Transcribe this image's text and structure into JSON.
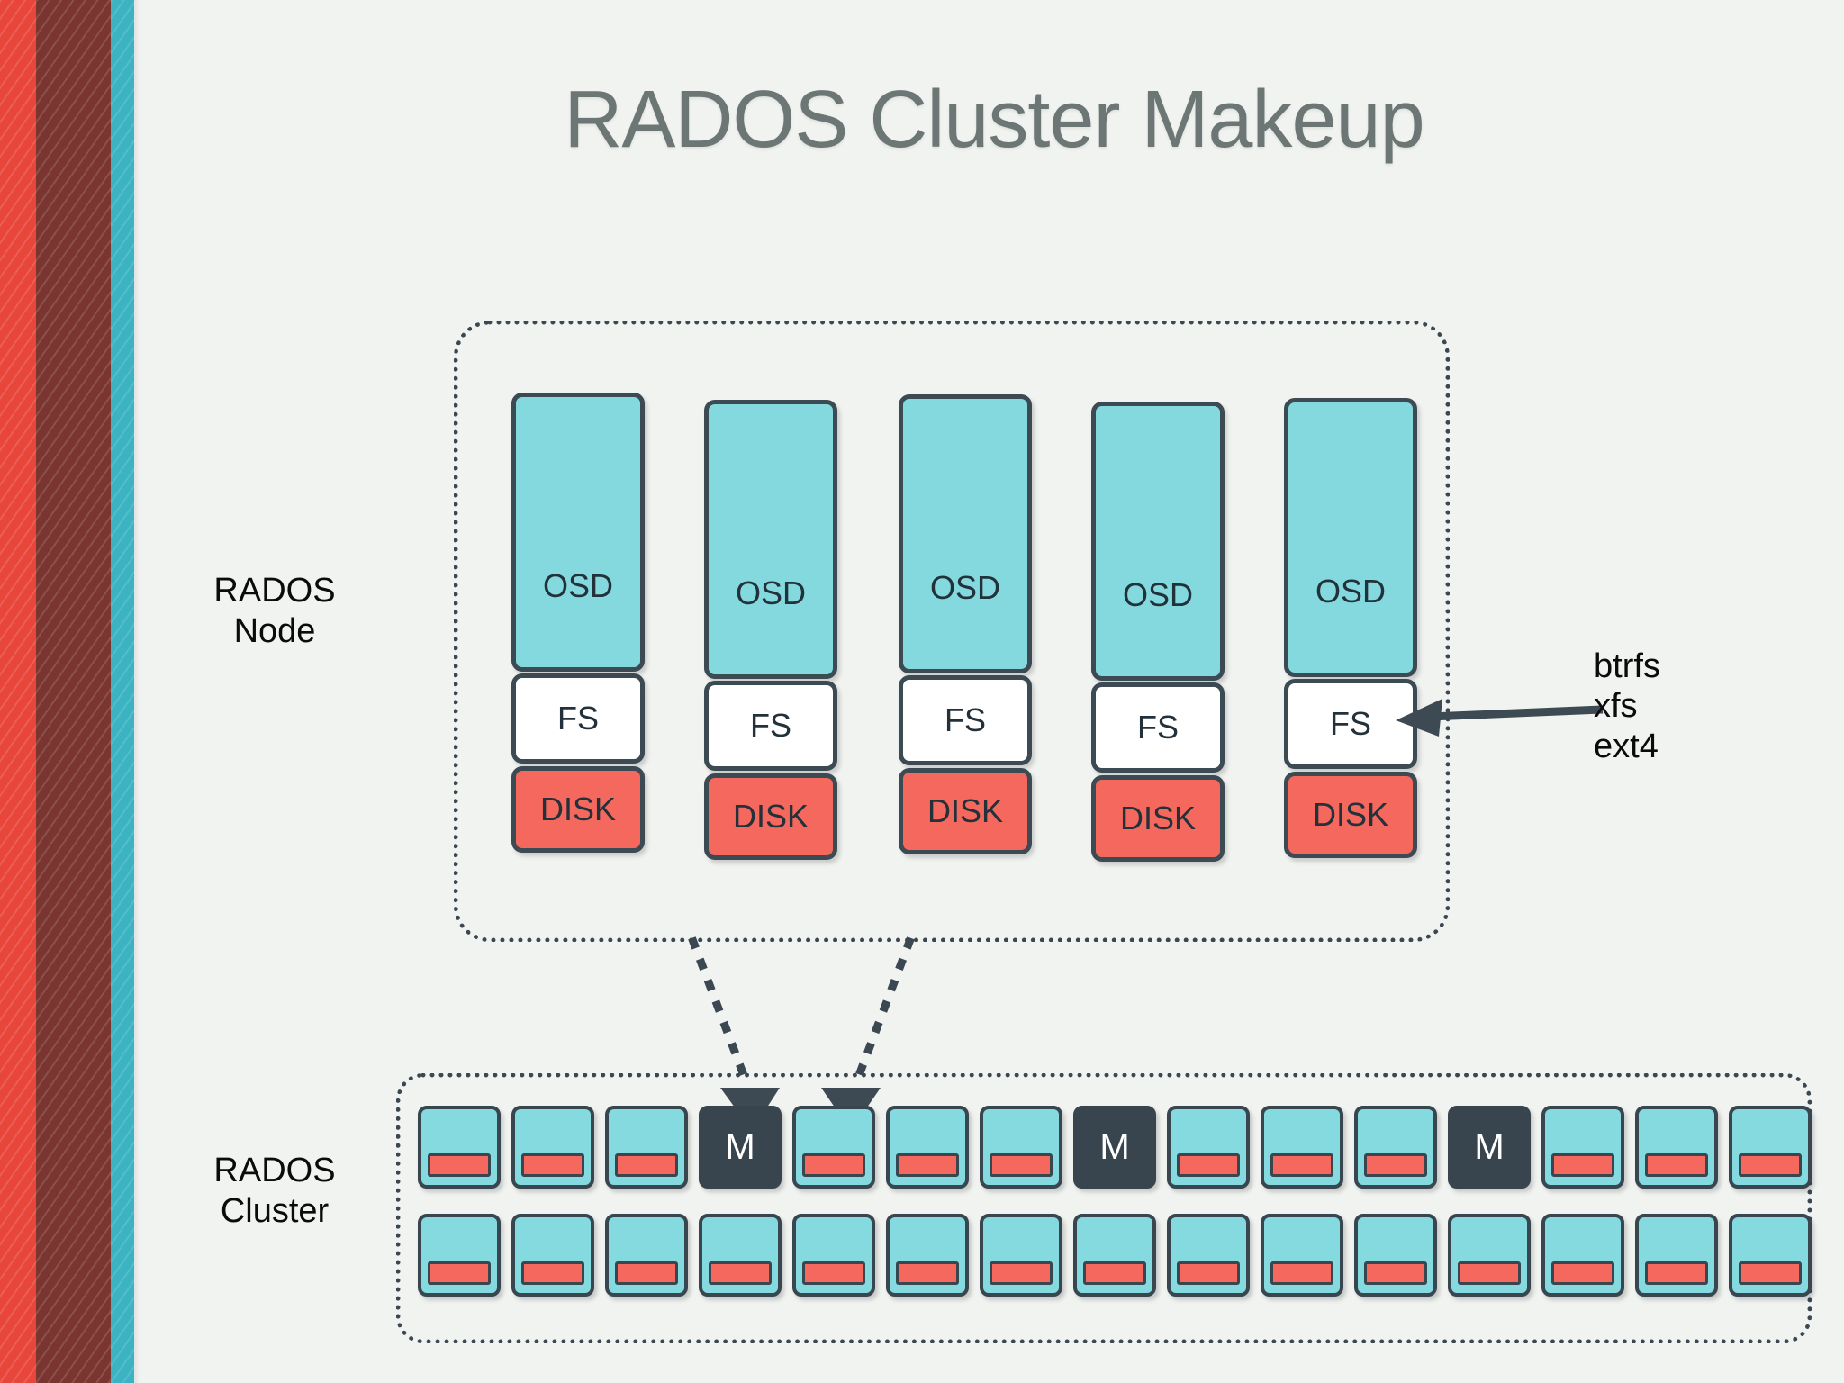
{
  "slide": {
    "title": "RADOS Cluster Makeup",
    "background_color": "#f1f3f1",
    "title_color": "#6c7674"
  },
  "decor": {
    "stripes": [
      {
        "name": "red-stripe",
        "color": "#e8463b"
      },
      {
        "name": "maroon-stripe",
        "color": "#7b3530"
      },
      {
        "name": "teal-stripe",
        "color": "#3cb3c2"
      }
    ]
  },
  "labels": {
    "node": "RADOS\nNode",
    "node_line1": "RADOS",
    "node_line2": "Node",
    "cluster_line1": "RADOS",
    "cluster_line2": "Cluster"
  },
  "node_group": {
    "stacks": [
      {
        "osd": "OSD",
        "fs": "FS",
        "disk": "DISK"
      },
      {
        "osd": "OSD",
        "fs": "FS",
        "disk": "DISK"
      },
      {
        "osd": "OSD",
        "fs": "FS",
        "disk": "DISK"
      },
      {
        "osd": "OSD",
        "fs": "FS",
        "disk": "DISK"
      },
      {
        "osd": "OSD",
        "fs": "FS",
        "disk": "DISK"
      }
    ],
    "colors": {
      "osd_fill": "#83d9de",
      "fs_fill": "#ffffff",
      "disk_fill": "#f4685d",
      "border": "#3c4a53"
    }
  },
  "fs_annotation": {
    "lines": [
      "btrfs",
      "xfs",
      "ext4"
    ],
    "line1": "btrfs",
    "line2": "xfs",
    "line3": "ext4",
    "arrow_color": "#3e4a53"
  },
  "cluster_group": {
    "row1": [
      {
        "type": "osd"
      },
      {
        "type": "osd"
      },
      {
        "type": "osd"
      },
      {
        "type": "mon",
        "label": "M"
      },
      {
        "type": "osd"
      },
      {
        "type": "osd"
      },
      {
        "type": "osd"
      },
      {
        "type": "mon",
        "label": "M"
      },
      {
        "type": "osd"
      },
      {
        "type": "osd"
      },
      {
        "type": "osd"
      },
      {
        "type": "mon",
        "label": "M"
      },
      {
        "type": "osd"
      },
      {
        "type": "osd"
      },
      {
        "type": "osd"
      }
    ],
    "row2": [
      {
        "type": "osd"
      },
      {
        "type": "osd"
      },
      {
        "type": "osd"
      },
      {
        "type": "osd"
      },
      {
        "type": "osd"
      },
      {
        "type": "osd"
      },
      {
        "type": "osd"
      },
      {
        "type": "osd"
      },
      {
        "type": "osd"
      },
      {
        "type": "osd"
      },
      {
        "type": "osd"
      },
      {
        "type": "osd"
      },
      {
        "type": "osd"
      },
      {
        "type": "osd"
      },
      {
        "type": "osd"
      }
    ],
    "monitor_label": "M",
    "colors": {
      "node_fill": "#85dadf",
      "disk_bar_fill": "#f4685d",
      "monitor_fill": "#39454e",
      "monitor_text": "#ffffff"
    }
  }
}
